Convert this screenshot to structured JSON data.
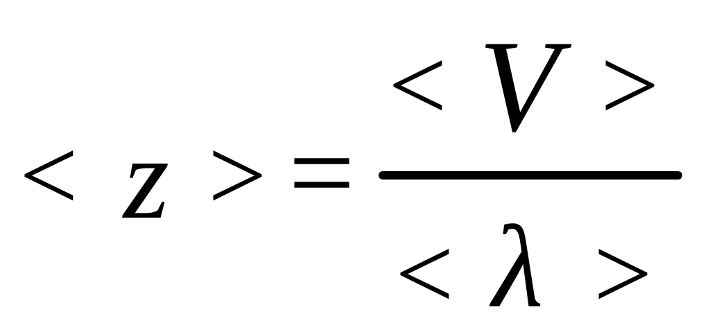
{
  "equation": {
    "lhs": {
      "open_bracket": "<",
      "variable": "z",
      "close_bracket": ">"
    },
    "relation": "=",
    "fraction": {
      "numerator": {
        "open_bracket": "<",
        "variable": "V",
        "close_bracket": ">"
      },
      "denominator": {
        "open_bracket": "<",
        "variable": "λ",
        "close_bracket": ">"
      }
    }
  },
  "colors": {
    "ink": "#000000",
    "background": "#ffffff"
  }
}
